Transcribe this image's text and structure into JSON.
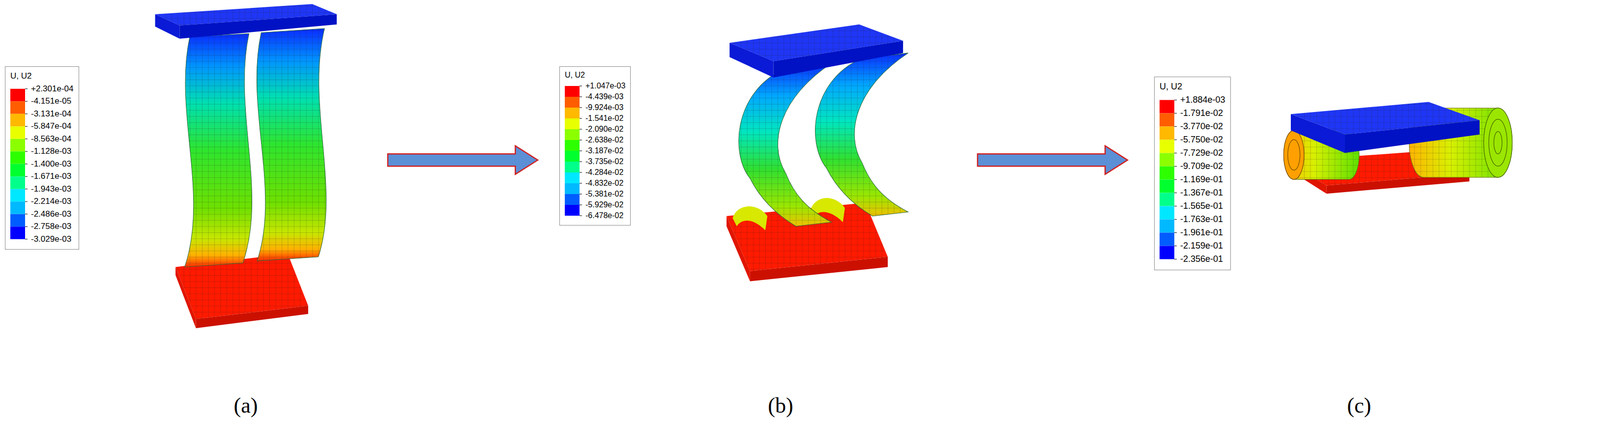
{
  "diagram": {
    "nodes": [
      {
        "text": [
          "U, U2",
          "+2.301e-04",
          "-4.151e-05",
          "-3.131e-04",
          "-5.847e-04",
          "-8.563e-04",
          "-1.128e-03",
          "-1.400e-03",
          "-1.671e-03",
          "-1.943e-03",
          "-2.214e-03",
          "-2.486e-03",
          "-2.758e-03",
          "-3.029e-03"
        ]
      },
      {
        "text": [
          "U, U2",
          "+1.047e-03",
          "-4.439e-03",
          "-9.924e-03",
          "-1.541e-02",
          "-2.090e-02",
          "-2.638e-02",
          "-3.187e-02",
          "-3.735e-02",
          "-4.284e-02",
          "-4.832e-02",
          "-5.381e-02",
          "-5.929e-02",
          "-6.478e-02"
        ]
      },
      {
        "text": [
          "U, U2",
          "+1.884e-03",
          "-1.791e-02",
          "-3.770e-02",
          "-5.750e-02",
          "-7.729e-02",
          "-9.709e-02",
          "-1.169e-01",
          "-1.367e-01",
          "-1.565e-01",
          "-1.763e-01",
          "-1.961e-01",
          "-2.159e-01",
          "-2.356e-01"
        ]
      }
    ],
    "labels": [
      "(a)",
      "(b)",
      "(c)"
    ]
  }
}
